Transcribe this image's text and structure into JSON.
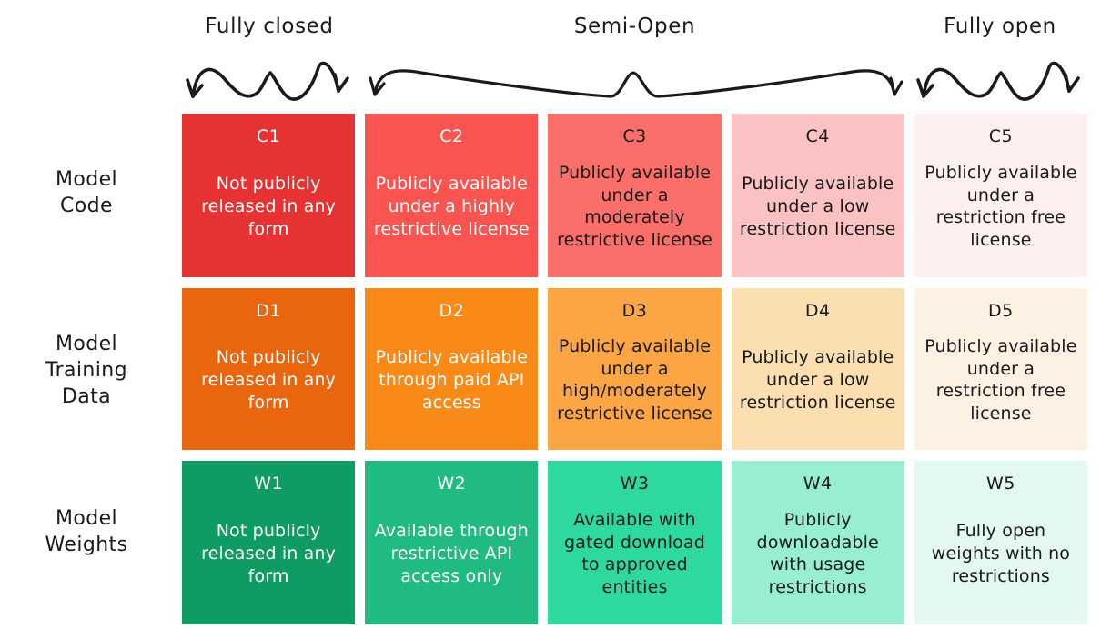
{
  "openness_headers": [
    {
      "label": "Fully closed",
      "span_columns": 1,
      "brace": "squiggle-brace-down-arrows"
    },
    {
      "label": "Semi-Open",
      "span_columns": 3,
      "brace": "wide-brace-down-arrows"
    },
    {
      "label": "Fully open",
      "span_columns": 1,
      "brace": "squiggle-brace-down-arrows"
    }
  ],
  "chart_data": {
    "type": "heatmap",
    "title": "",
    "xlabel": "",
    "ylabel": "",
    "column_groups": [
      "Fully closed",
      "Semi-Open",
      "Semi-Open",
      "Semi-Open",
      "Fully open"
    ],
    "columns": [
      "1",
      "2",
      "3",
      "4",
      "5"
    ],
    "categories": [
      "Model Code",
      "Model Training Data",
      "Model Weights"
    ],
    "legend_position": "none",
    "grid": false,
    "rows": [
      {
        "label": "Model Code",
        "label_lines": [
          "Model",
          "Code"
        ],
        "cells": [
          {
            "code": "C1",
            "desc": "Not publicly released in any form",
            "color": "#E63232",
            "text_color": "#FFFFFF",
            "openness": 1
          },
          {
            "code": "C2",
            "desc": "Publicly available under a highly restrictive license",
            "color": "#F9544F",
            "text_color": "#FFFFFF",
            "openness": 2
          },
          {
            "code": "C3",
            "desc": "Publicly available under a moderately restrictive license",
            "color": "#FA6F6A",
            "text_color": "#1A1A1A",
            "openness": 3
          },
          {
            "code": "C4",
            "desc": "Publicly available under a low restriction license",
            "color": "#FAC2C2",
            "text_color": "#1A1A1A",
            "openness": 4
          },
          {
            "code": "C5",
            "desc": "Publicly available under a restriction free license",
            "color": "#FDF0EE",
            "text_color": "#1A1A1A",
            "openness": 5
          }
        ]
      },
      {
        "label": "Model Training Data",
        "label_lines": [
          "Model",
          "Training",
          "Data"
        ],
        "cells": [
          {
            "code": "D1",
            "desc": "Not publicly released in any form",
            "color": "#E9660E",
            "text_color": "#FFFFFF",
            "openness": 1
          },
          {
            "code": "D2",
            "desc": "Publicly available through paid API access",
            "color": "#F98A17",
            "text_color": "#FFFFFF",
            "openness": 2
          },
          {
            "code": "D3",
            "desc": "Publicly available under a high/moderately restrictive license",
            "color": "#FBA545",
            "text_color": "#1A1A1A",
            "openness": 3
          },
          {
            "code": "D4",
            "desc": "Publicly available under a low restriction license",
            "color": "#FBDFB1",
            "text_color": "#1A1A1A",
            "openness": 4
          },
          {
            "code": "D5",
            "desc": "Publicly available under a restriction free license",
            "color": "#FDF1E3",
            "text_color": "#1A1A1A",
            "openness": 5
          }
        ]
      },
      {
        "label": "Model Weights",
        "label_lines": [
          "Model",
          "Weights"
        ],
        "cells": [
          {
            "code": "W1",
            "desc": "Not publicly released in any form",
            "color": "#0E9C62",
            "text_color": "#FFFFFF",
            "openness": 1
          },
          {
            "code": "W2",
            "desc": "Available through restrictive API access only",
            "color": "#20BB80",
            "text_color": "#FFFFFF",
            "openness": 2
          },
          {
            "code": "W3",
            "desc": "Available with gated download to approved entities",
            "color": "#2ED9A0",
            "text_color": "#1A1A1A",
            "openness": 3
          },
          {
            "code": "W4",
            "desc": "Publicly downloadable with usage restrictions",
            "color": "#97EED0",
            "text_color": "#1A1A1A",
            "openness": 4
          },
          {
            "code": "W5",
            "desc": "Fully open weights with no restrictions",
            "color": "#E3F8F1",
            "text_color": "#1A1A1A",
            "openness": 5
          }
        ]
      }
    ]
  }
}
